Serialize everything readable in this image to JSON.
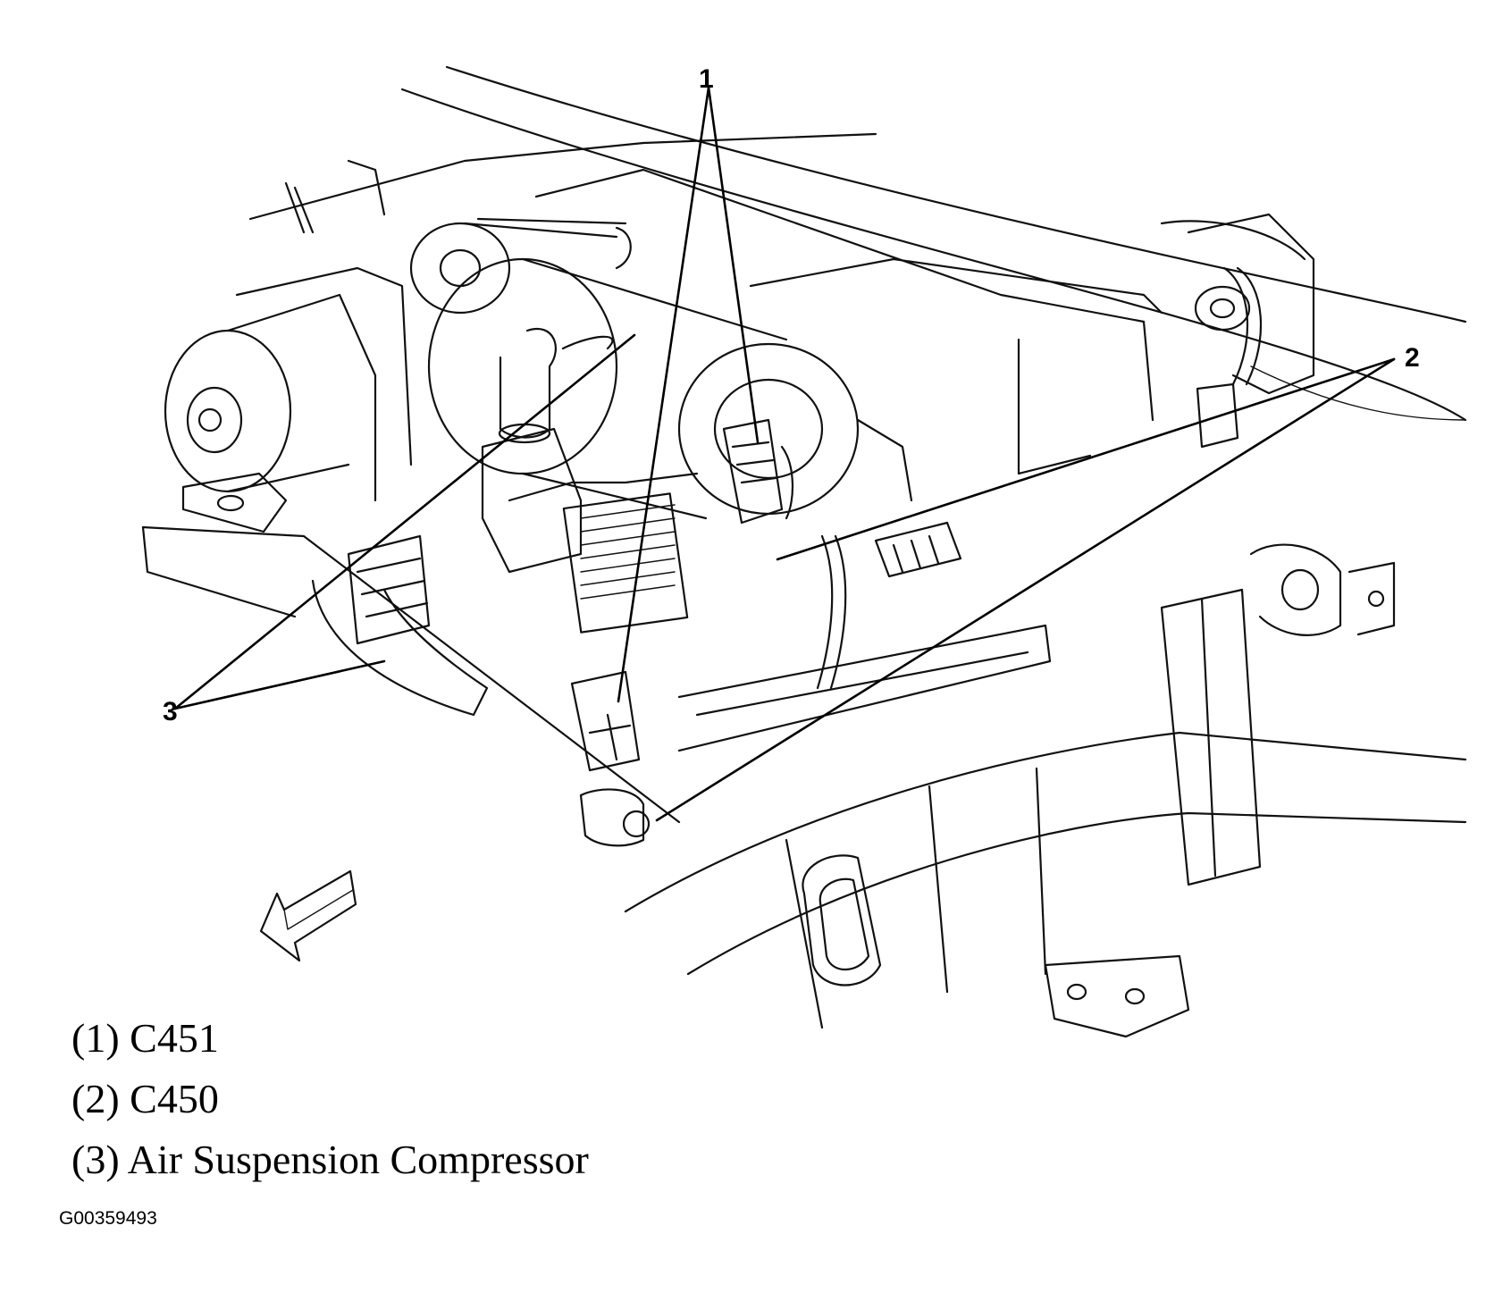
{
  "callouts": [
    {
      "number": "1"
    },
    {
      "number": "2"
    },
    {
      "number": "3"
    }
  ],
  "legend": [
    {
      "label": "(1) C451"
    },
    {
      "label": "(2) C450"
    },
    {
      "label": "(3) Air Suspension Compressor"
    }
  ],
  "figure_id": "G00359493",
  "icons": {
    "arrow": "front-direction-arrow-icon"
  }
}
